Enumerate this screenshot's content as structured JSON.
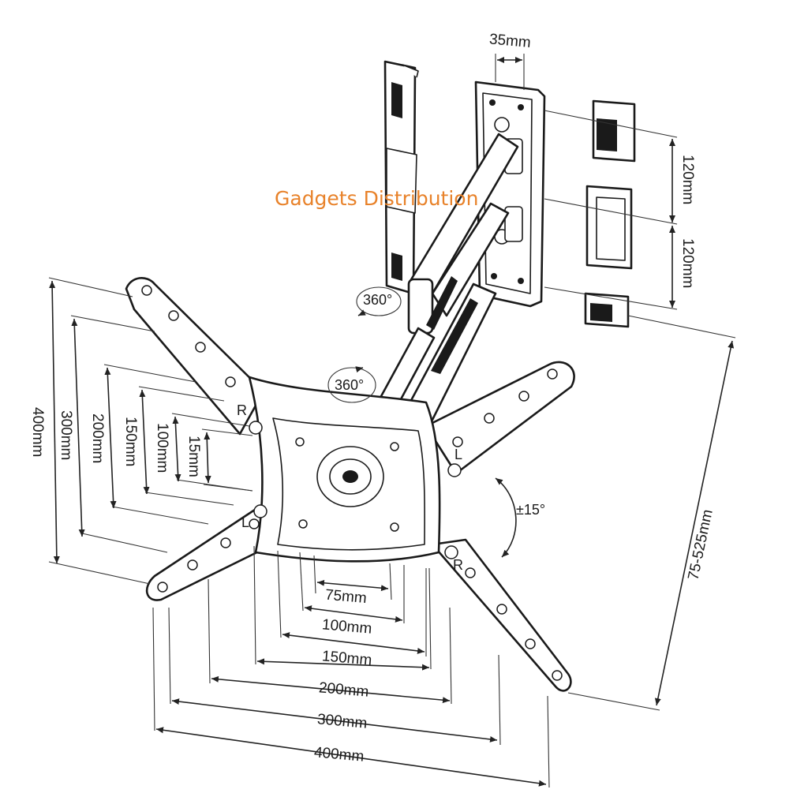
{
  "watermark": "Gadgets Distribution",
  "rotation_labels": {
    "arm_pivot": "360°",
    "plate_pivot": "360°",
    "tilt": "±15°"
  },
  "wall_plate": {
    "offset": "35mm",
    "spacing_top": "120mm",
    "spacing_bottom": "120mm"
  },
  "depth": "75-525mm",
  "vertical_dimensions": [
    "400mm",
    "300mm",
    "200mm",
    "150mm",
    "100mm",
    "15mm"
  ],
  "horizontal_dimensions": [
    "75mm",
    "100mm",
    "150mm",
    "200mm",
    "300mm",
    "400mm"
  ],
  "arm_markers": {
    "top_left": "R",
    "top_right": "L",
    "bottom_left": "L",
    "bottom_right": "R"
  }
}
